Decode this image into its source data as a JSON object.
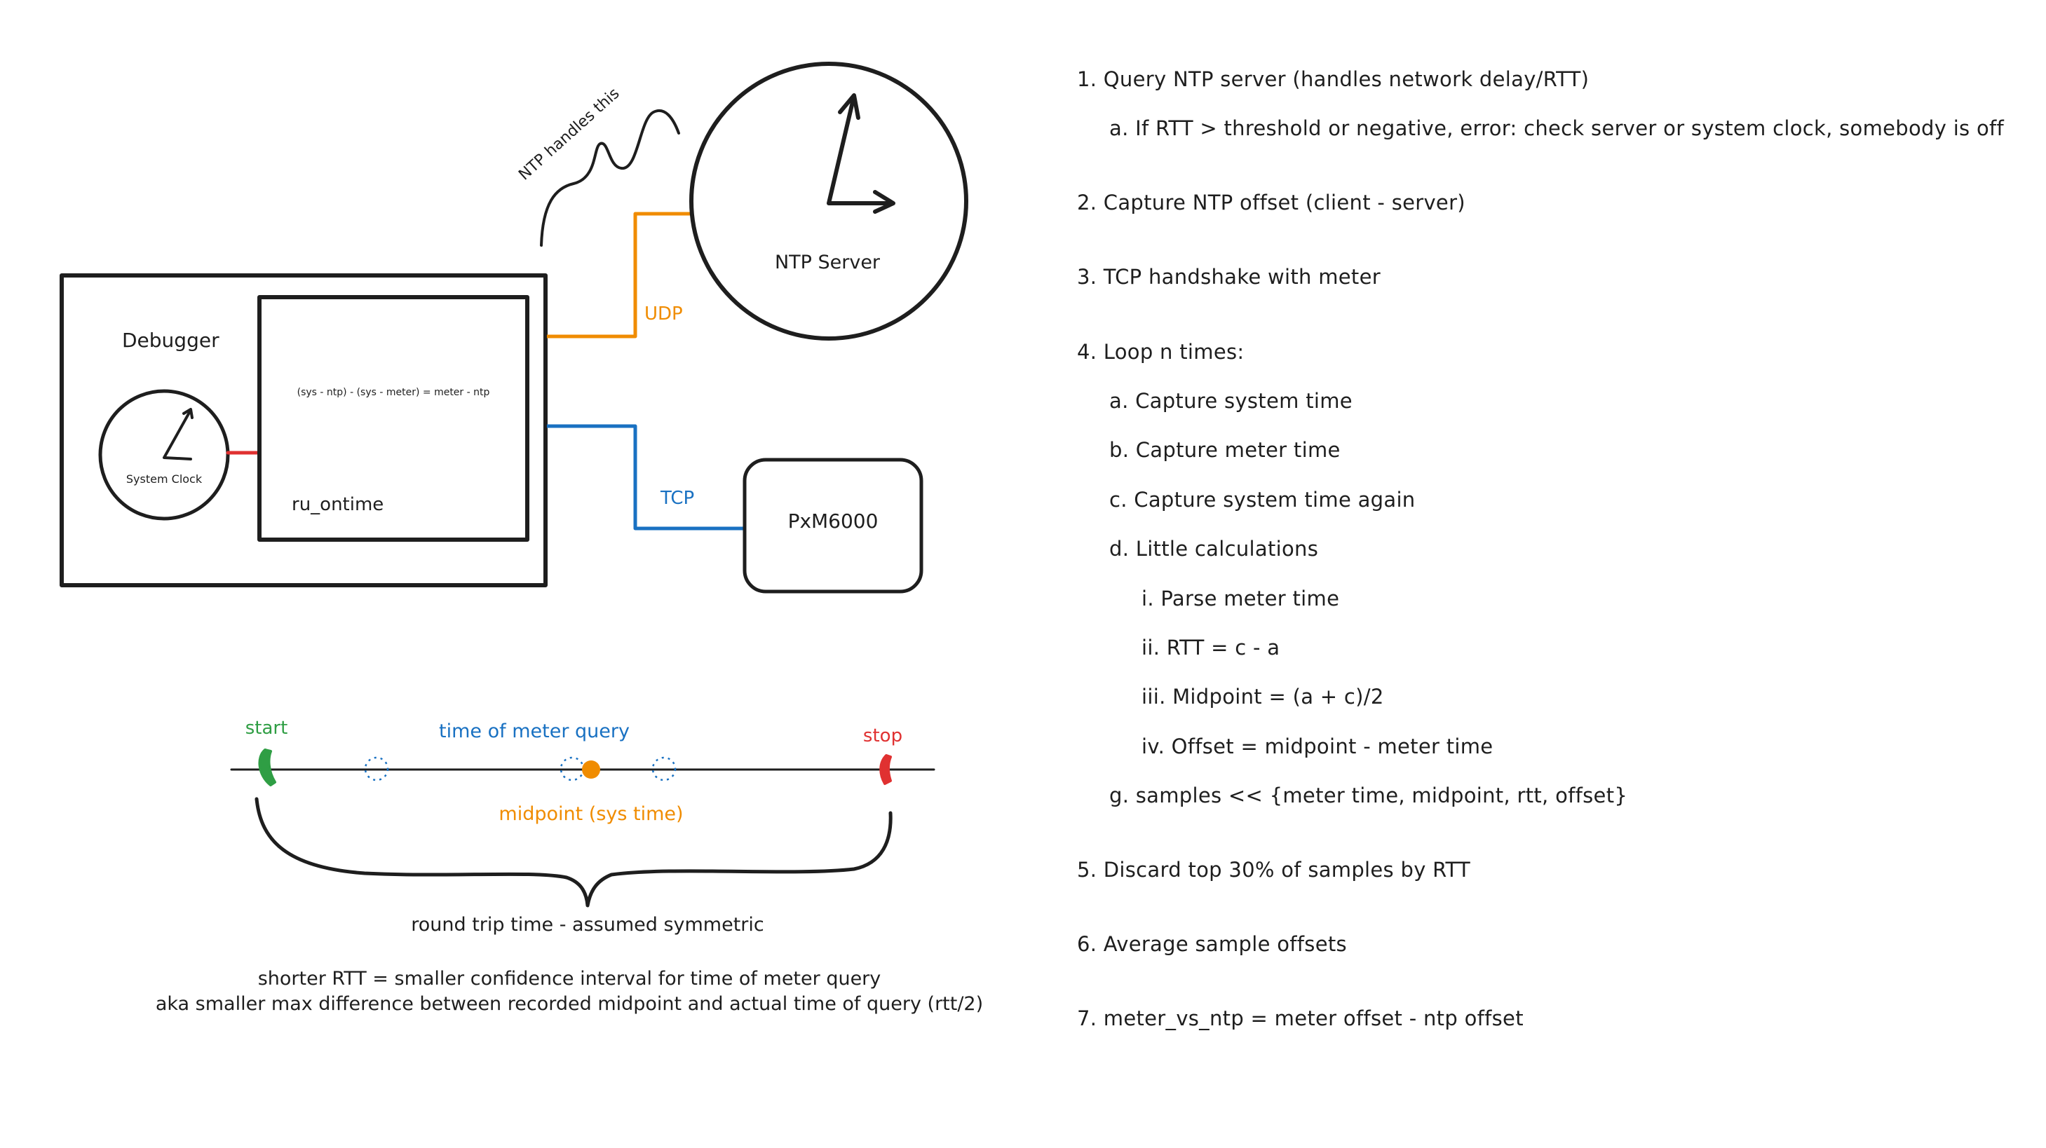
{
  "colors": {
    "ink": "#1e1e1e",
    "udp": "#f08c00",
    "tcp": "#1971c2",
    "start": "#2f9e44",
    "stop": "#e03131",
    "connector": "#e03131"
  },
  "diagram": {
    "debugger_label": "Debugger",
    "system_clock_label": "System Clock",
    "formula": "(sys - ntp) - (sys - meter) = meter - ntp",
    "runtime_label": "ru_ontime",
    "ntp_server_label": "NTP Server",
    "ntp_handles_label": "NTP handles this",
    "udp_label": "UDP",
    "tcp_label": "TCP",
    "meter_label": "PxM6000"
  },
  "timeline": {
    "start_label": "start",
    "stop_label": "stop",
    "query_label": "time of meter query",
    "midpoint_label": "midpoint (sys time)",
    "rtt_label": "round trip time - assumed symmetric",
    "note_line1": "shorter RTT = smaller confidence interval for time of meter query",
    "note_line2": "aka smaller max difference between recorded midpoint and actual time of query (rtt/2)"
  },
  "steps": [
    {
      "text": "1. Query NTP server (handles network delay/RTT)",
      "level": 0
    },
    {
      "text": "a. If RTT > threshold or negative, error: check server or system clock, somebody is off",
      "level": 1
    },
    {
      "text": "2. Capture NTP offset (client - server)",
      "level": 0
    },
    {
      "text": "3. TCP handshake with meter",
      "level": 0
    },
    {
      "text": "4. Loop n times:",
      "level": 0
    },
    {
      "text": "a. Capture system time",
      "level": 1
    },
    {
      "text": "b. Capture meter time",
      "level": 1
    },
    {
      "text": "c. Capture system time again",
      "level": 1
    },
    {
      "text": "d. Little calculations",
      "level": 1
    },
    {
      "text": "i. Parse meter time",
      "level": 2
    },
    {
      "text": "ii. RTT = c - a",
      "level": 2
    },
    {
      "text": "iii. Midpoint = (a + c)/2",
      "level": 2
    },
    {
      "text": "iv. Offset = midpoint - meter time",
      "level": 2
    },
    {
      "text": "g. samples << {meter time, midpoint, rtt, offset}",
      "level": 1
    },
    {
      "text": "5. Discard top 30% of samples by RTT",
      "level": 0
    },
    {
      "text": "6. Average sample offsets",
      "level": 0
    },
    {
      "text": "7. meter_vs_ntp = meter offset - ntp offset",
      "level": 0
    }
  ]
}
